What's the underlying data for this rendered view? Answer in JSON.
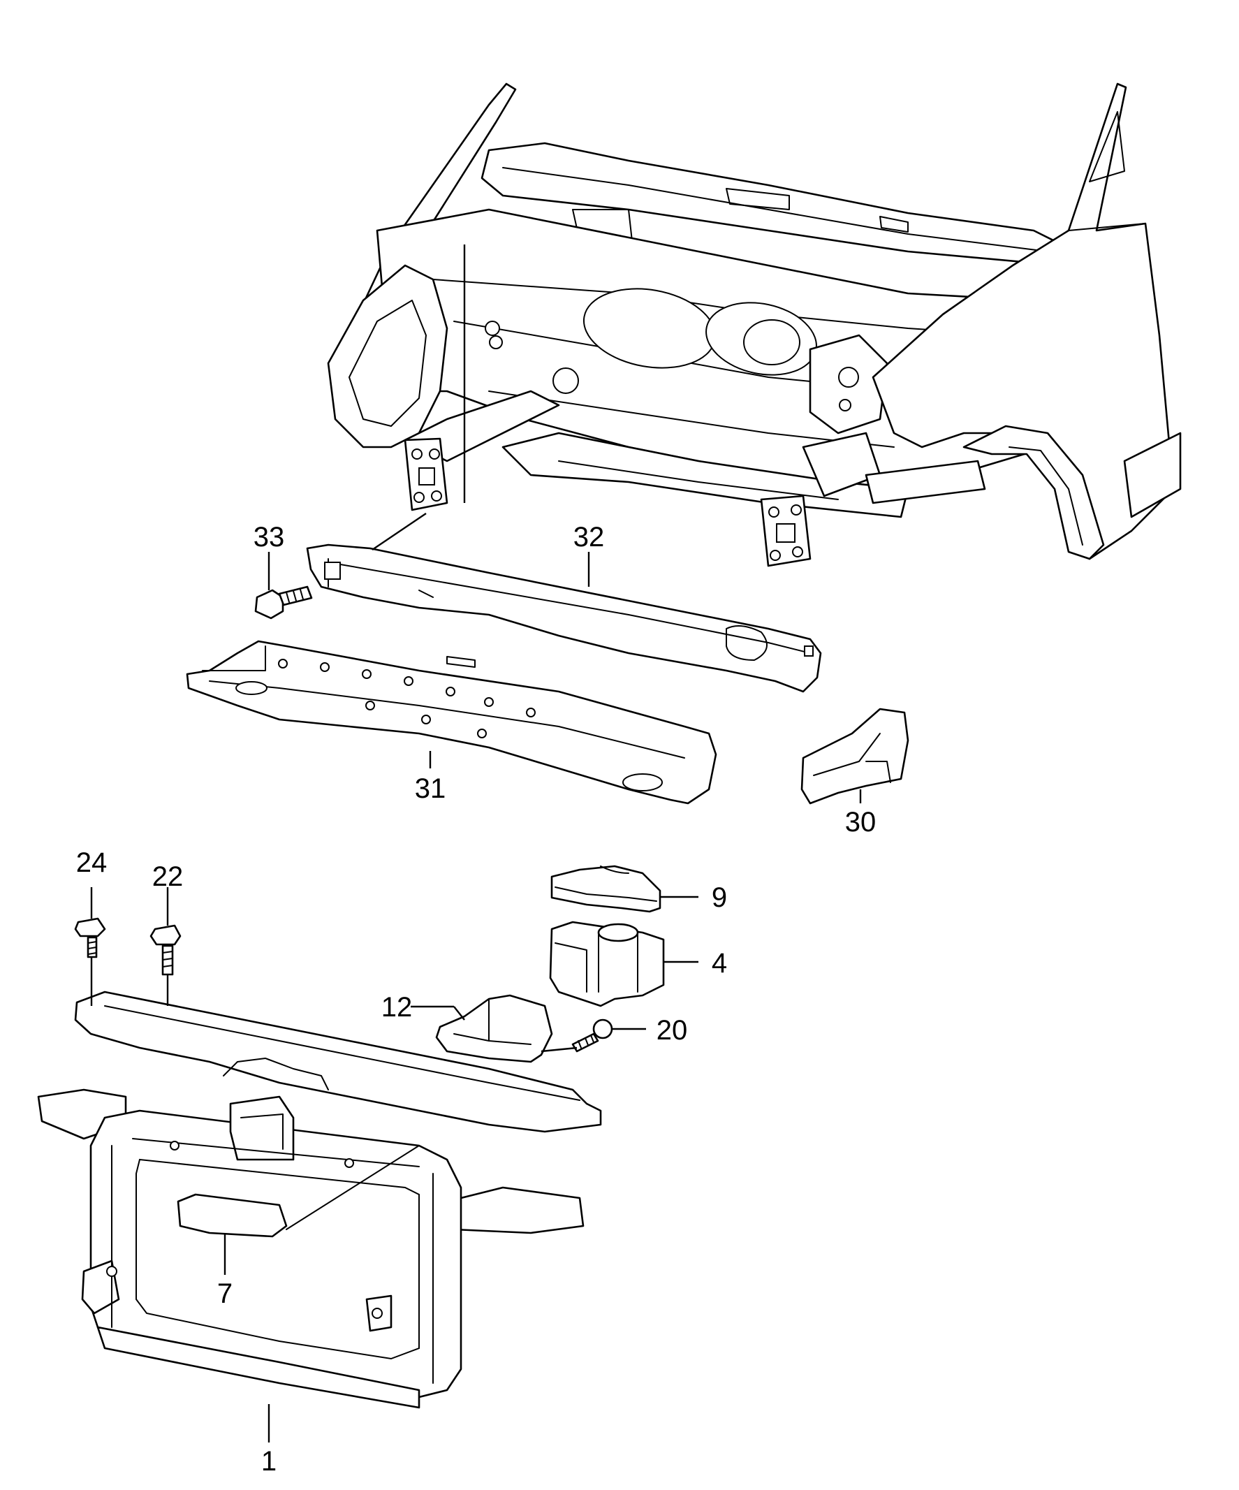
{
  "callouts": [
    {
      "id": "1",
      "label": "1"
    },
    {
      "id": "4",
      "label": "4"
    },
    {
      "id": "7",
      "label": "7"
    },
    {
      "id": "9",
      "label": "9"
    },
    {
      "id": "12",
      "label": "12"
    },
    {
      "id": "20",
      "label": "20"
    },
    {
      "id": "22",
      "label": "22"
    },
    {
      "id": "24",
      "label": "24"
    },
    {
      "id": "30",
      "label": "30"
    },
    {
      "id": "31",
      "label": "31"
    },
    {
      "id": "32",
      "label": "32"
    },
    {
      "id": "33",
      "label": "33"
    }
  ]
}
